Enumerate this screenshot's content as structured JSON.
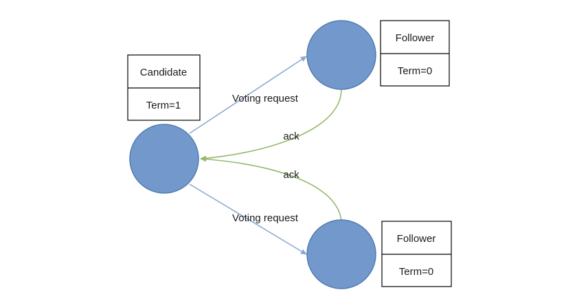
{
  "nodes": {
    "candidate": {
      "role": "Candidate",
      "term": "Term=1"
    },
    "follower_top": {
      "role": "Follower",
      "term": "Term=0"
    },
    "follower_bottom": {
      "role": "Follower",
      "term": "Term=0"
    }
  },
  "edges": {
    "vote_top": "Voting request",
    "vote_bottom": "Voting request",
    "ack_top": "ack",
    "ack_bottom": "ack"
  },
  "colors": {
    "node_fill": "#7399cc",
    "voting_request_arrow": "#8aa8cf",
    "ack_arrow": "#93ba6b"
  }
}
